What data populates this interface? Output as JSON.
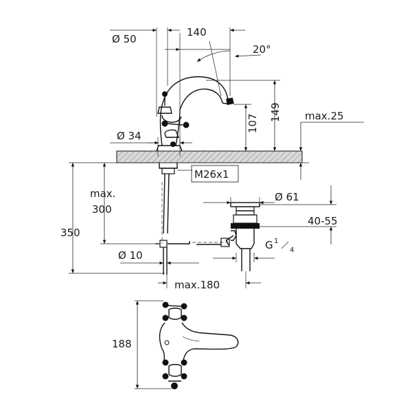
{
  "labels": {
    "dia50": "Ø 50",
    "d140": "140",
    "angle20": "20°",
    "d149": "149",
    "d107": "107",
    "max25": "max.25",
    "dia34": "Ø 34",
    "m26": "M26x1",
    "max300_a": "max.",
    "max300_b": "300",
    "d350": "350",
    "dia61": "Ø 61",
    "d4055": "40-55",
    "g_main": "G",
    "g_num": "1",
    "g_den": "4",
    "dia10": "Ø 10",
    "max180": "max.180",
    "d188": "188"
  },
  "colors": {
    "line": "#111111",
    "hatch_fill": "#d9d9d9",
    "background": "#ffffff"
  }
}
